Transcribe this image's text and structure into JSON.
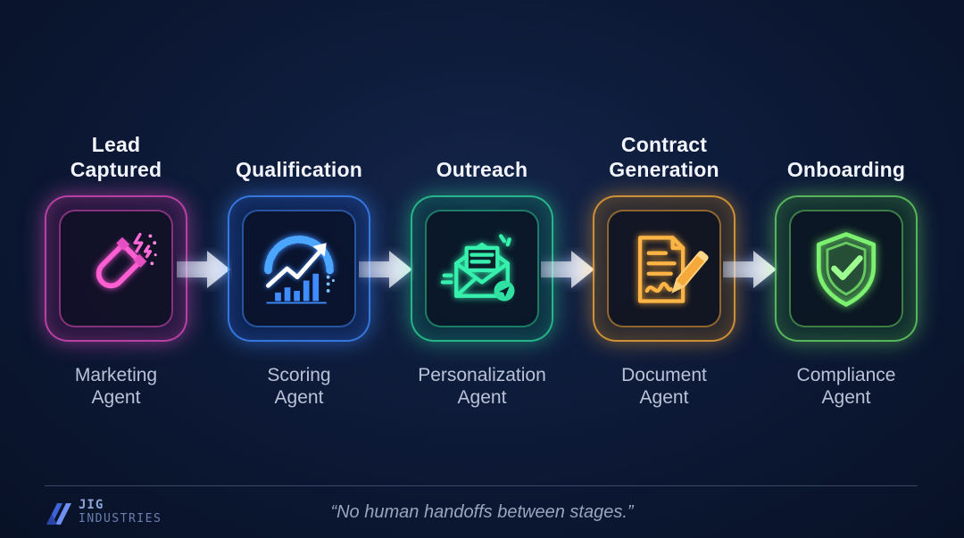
{
  "stages": [
    {
      "title": "Lead\nCaptured",
      "agent": "Marketing\nAgent",
      "icon": "magnet-icon",
      "color": "#e54fc3"
    },
    {
      "title": "Qualification",
      "agent": "Scoring\nAgent",
      "icon": "growth-chart-icon",
      "color": "#3f8cff"
    },
    {
      "title": "Outreach",
      "agent": "Personalization\nAgent",
      "icon": "envelope-icon",
      "color": "#2fe0a0"
    },
    {
      "title": "Contract\nGeneration",
      "agent": "Document\nAgent",
      "icon": "contract-pen-icon",
      "color": "#f5a93a"
    },
    {
      "title": "Onboarding",
      "agent": "Compliance\nAgent",
      "icon": "shield-check-icon",
      "color": "#6fe36a"
    }
  ],
  "footer": {
    "quote": "“No human handoffs between stages.”",
    "brand_name": "JIG",
    "brand_sub": "INDUSTRIES"
  },
  "colors": {
    "background": "#0d1a38",
    "arrow": "#e9efff"
  }
}
